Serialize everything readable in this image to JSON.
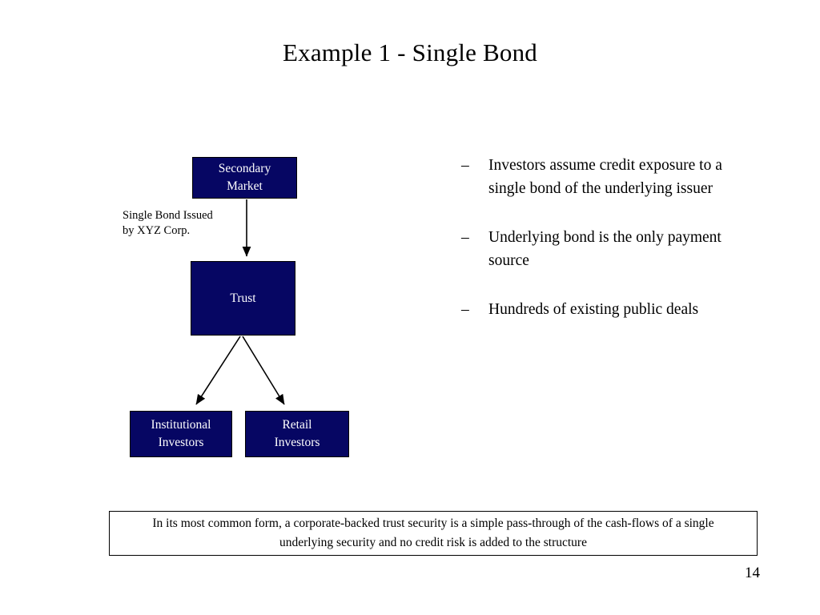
{
  "slide": {
    "title": "Example 1 - Single Bond",
    "page_number": "14",
    "background_color": "#ffffff",
    "node_fill_color": "#060663",
    "node_text_color": "#ffffff",
    "border_color": "#000000"
  },
  "diagram": {
    "nodes": [
      {
        "id": "secondary-market",
        "line1": "Secondary",
        "line2": "Market"
      },
      {
        "id": "trust",
        "line1": "Trust",
        "line2": ""
      },
      {
        "id": "institutional",
        "line1": "Institutional",
        "line2": "Investors"
      },
      {
        "id": "retail",
        "line1": "Retail",
        "line2": "Investors"
      }
    ],
    "annotation": {
      "line1": "Single Bond Issued",
      "line2": "by XYZ Corp."
    },
    "edges": [
      {
        "from": "secondary-market",
        "to": "trust",
        "style": "vertical-arrow"
      },
      {
        "from": "trust",
        "to": "institutional",
        "style": "diagonal-arrow"
      },
      {
        "from": "trust",
        "to": "retail",
        "style": "diagonal-arrow"
      }
    ]
  },
  "bullets": {
    "marker": "–",
    "items": [
      {
        "text": "Investors assume credit exposure to a single bond of the underlying issuer"
      },
      {
        "text": "Underlying bond is the only payment source"
      },
      {
        "text": "Hundreds of existing public deals"
      }
    ]
  },
  "caption": {
    "text": "In its most common form, a corporate-backed trust security is a simple pass-through of the cash-flows of a single underlying security and no credit risk is added to the structure"
  }
}
